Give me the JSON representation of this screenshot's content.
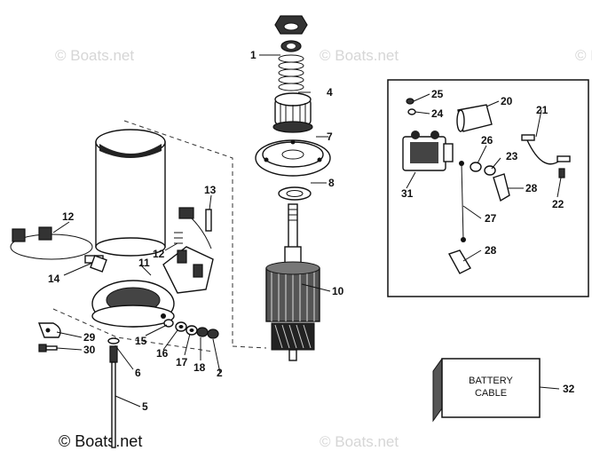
{
  "watermarks": [
    "© Boats.net",
    "© Boats.net",
    "© Boats.net",
    "© Boats.net",
    "© Boats.net"
  ],
  "battery_label": {
    "line1": "BATTERY",
    "line2": "CABLE"
  },
  "callouts": [
    "1",
    "4",
    "7",
    "8",
    "10",
    "13",
    "12",
    "11",
    "14",
    "12",
    "15",
    "16",
    "17",
    "18",
    "2",
    "6",
    "5",
    "29",
    "30",
    "25",
    "20",
    "24",
    "21",
    "26",
    "23",
    "31",
    "28",
    "22",
    "27",
    "28",
    "32"
  ]
}
